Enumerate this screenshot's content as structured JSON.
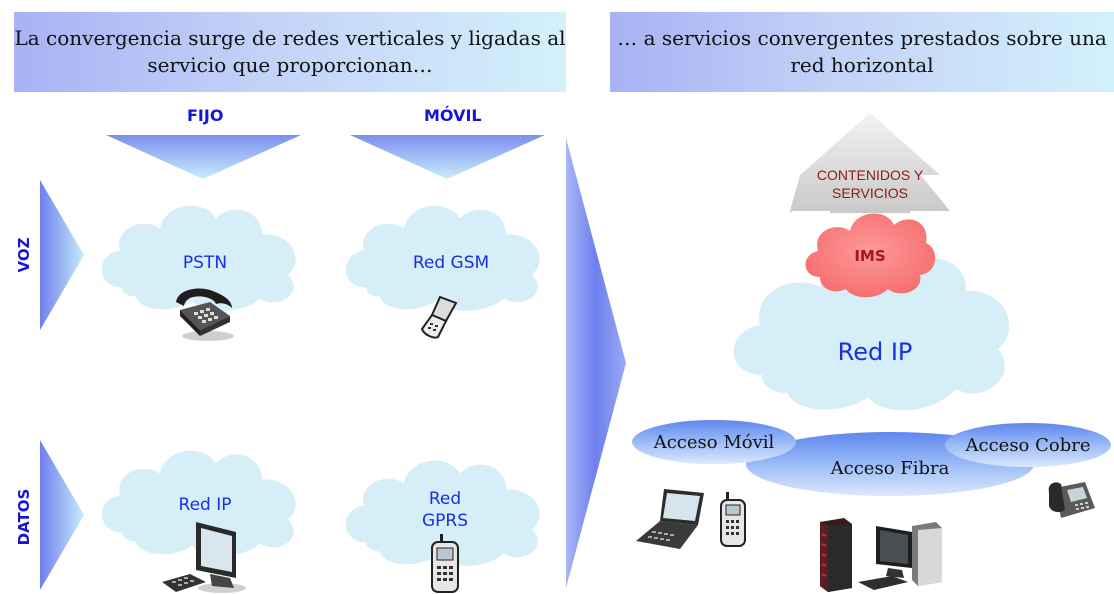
{
  "left_banner": {
    "line1": "La convergencia surge de redes verticales y ligadas al",
    "line2": "servicio que proporcionan…"
  },
  "right_banner": {
    "line1": "… a servicios convergentes prestados sobre una",
    "line2": "red horizontal"
  },
  "columns": {
    "fijo": "FIJO",
    "movil": "MÓVIL"
  },
  "rows": {
    "voz": "VOZ",
    "datos": "DATOS"
  },
  "clouds": {
    "pstn": "PSTN",
    "red_gsm": "Red GSM",
    "red_ip_small": "Red IP",
    "red_gprs_line1": "Red",
    "red_gprs_line2": "GPRS"
  },
  "right_diagram": {
    "contenidos_line1": "CONTENIDOS Y",
    "contenidos_line2": "SERVICIOS",
    "ims": "IMS",
    "red_ip": "Red IP",
    "acceso_movil": "Acceso Móvil",
    "acceso_fibra": "Acceso Fibra",
    "acceso_cobre": "Acceso Cobre"
  },
  "colors": {
    "label_blue": "#1515d8",
    "cloud_fill": "#d6eef8",
    "ims_red": "#a51818",
    "contenidos_text": "#8b1a1a"
  },
  "icons": [
    "desk-phone-icon",
    "flip-phone-icon",
    "desktop-computer-icon",
    "cell-phone-icon",
    "laptop-icon",
    "server-tower-icon",
    "ip-phone-icon"
  ]
}
